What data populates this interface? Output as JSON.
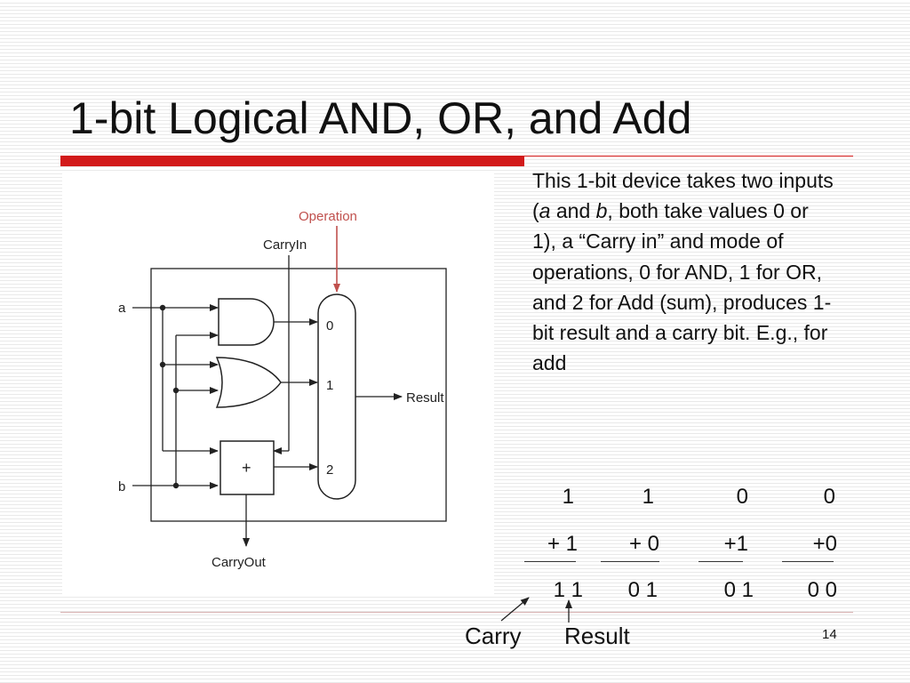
{
  "slide": {
    "title": "1-bit Logical AND, OR, and Add",
    "page_number": "14"
  },
  "diagram": {
    "operation_label": "Operation",
    "carry_in_label": "CarryIn",
    "input_a_label": "a",
    "input_b_label": "b",
    "mux_input_0": "0",
    "mux_input_1": "1",
    "mux_input_2": "2",
    "adder_symbol": "+",
    "result_label": "Result",
    "carry_out_label": "CarryOut",
    "operation_color": "#c0504d"
  },
  "description": {
    "p1": "This 1-bit device takes two inputs (",
    "var_a": "a",
    "p2": " and ",
    "var_b": "b",
    "p3": ", both take values 0 or 1), a “Carry in” and mode of operations, 0 for AND, 1 for OR, and 2 for Add (sum), produces 1-bit result and a carry bit.  E.g., for add"
  },
  "examples": [
    {
      "top": "1",
      "add": "+ 1",
      "sum": "1 1"
    },
    {
      "top": "1",
      "add": "+ 0",
      "sum": "0 1"
    },
    {
      "top": "0",
      "add": "+1",
      "sum": "0 1"
    },
    {
      "top": "0",
      "add": "+0",
      "sum": "0 0"
    }
  ],
  "annotations": {
    "carry_label": "Carry",
    "result_label": "Result"
  }
}
